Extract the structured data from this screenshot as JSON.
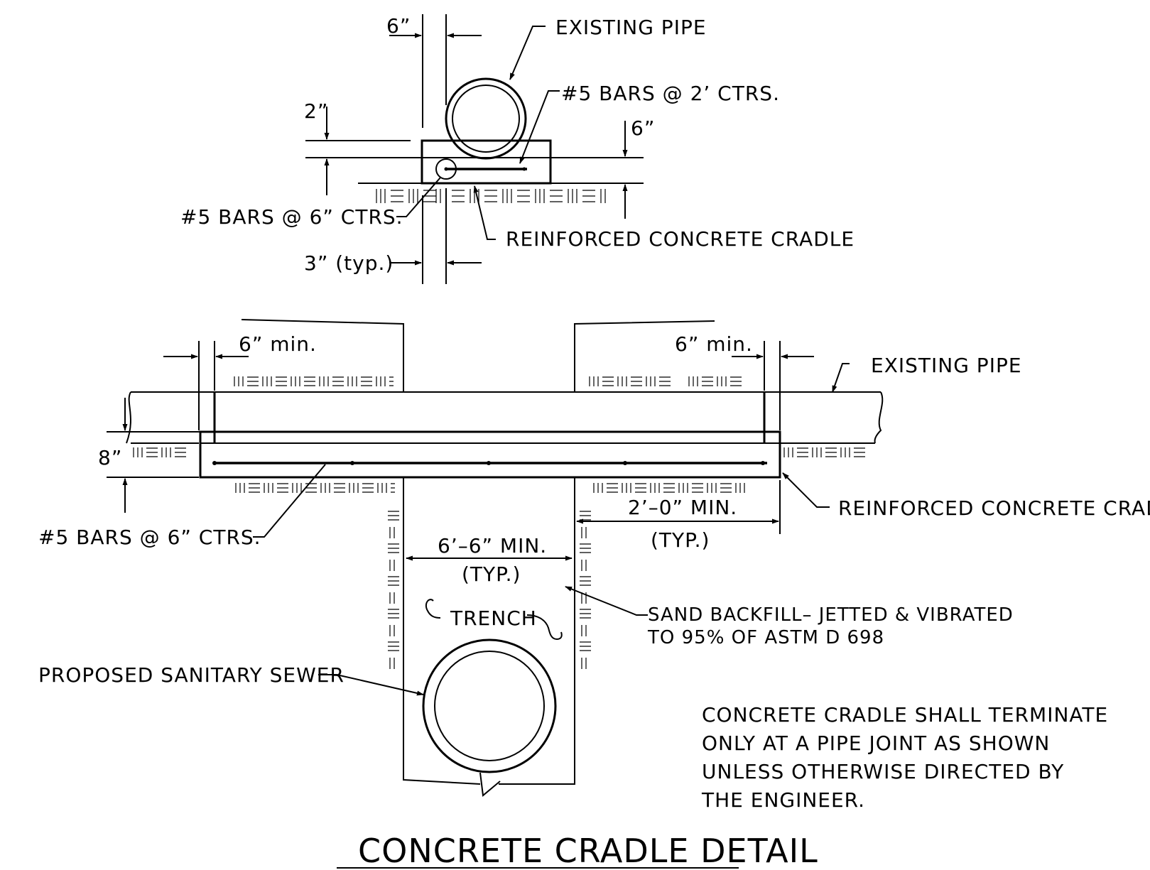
{
  "title": "CONCRETE CRADLE DETAIL",
  "section_view": {
    "existing_pipe_label": "EXISTING PIPE",
    "top_bars_label": "#5 BARS @ 2’ CTRS.",
    "bottom_bars_label": "#5 BARS @ 6” CTRS.",
    "cradle_label": "REINFORCED CONCRETE CRADLE",
    "dim_side_clearance": "6”",
    "dim_top_cover": "2”",
    "dim_thickness": "6”",
    "dim_edge_typ": "3” (typ.)"
  },
  "profile_view": {
    "existing_pipe_label": "EXISTING PIPE",
    "cradle_label": "REINFORCED CONCRETE CRADLE",
    "bars_label": "#5 BARS @ 6” CTRS.",
    "dim_left_min": "6” min.",
    "dim_right_min": "6” min.",
    "dim_depth": "8”",
    "dim_trench_width": "6’–6” MIN.",
    "dim_trench_width_typ": "(TYP.)",
    "dim_extension": "2’–0” MIN.",
    "dim_extension_typ": "(TYP.)",
    "trench_label": "TRENCH",
    "sewer_label": "PROPOSED SANITARY SEWER",
    "backfill_label_line1": "SAND BACKFILL– JETTED & VIBRATED",
    "backfill_label_line2": "TO 95% OF ASTM D 698"
  },
  "note_lines": [
    "CONCRETE CRADLE SHALL TERMINATE",
    "ONLY AT A PIPE JOINT AS SHOWN",
    "UNLESS OTHERWISE DIRECTED BY",
    "THE ENGINEER."
  ]
}
